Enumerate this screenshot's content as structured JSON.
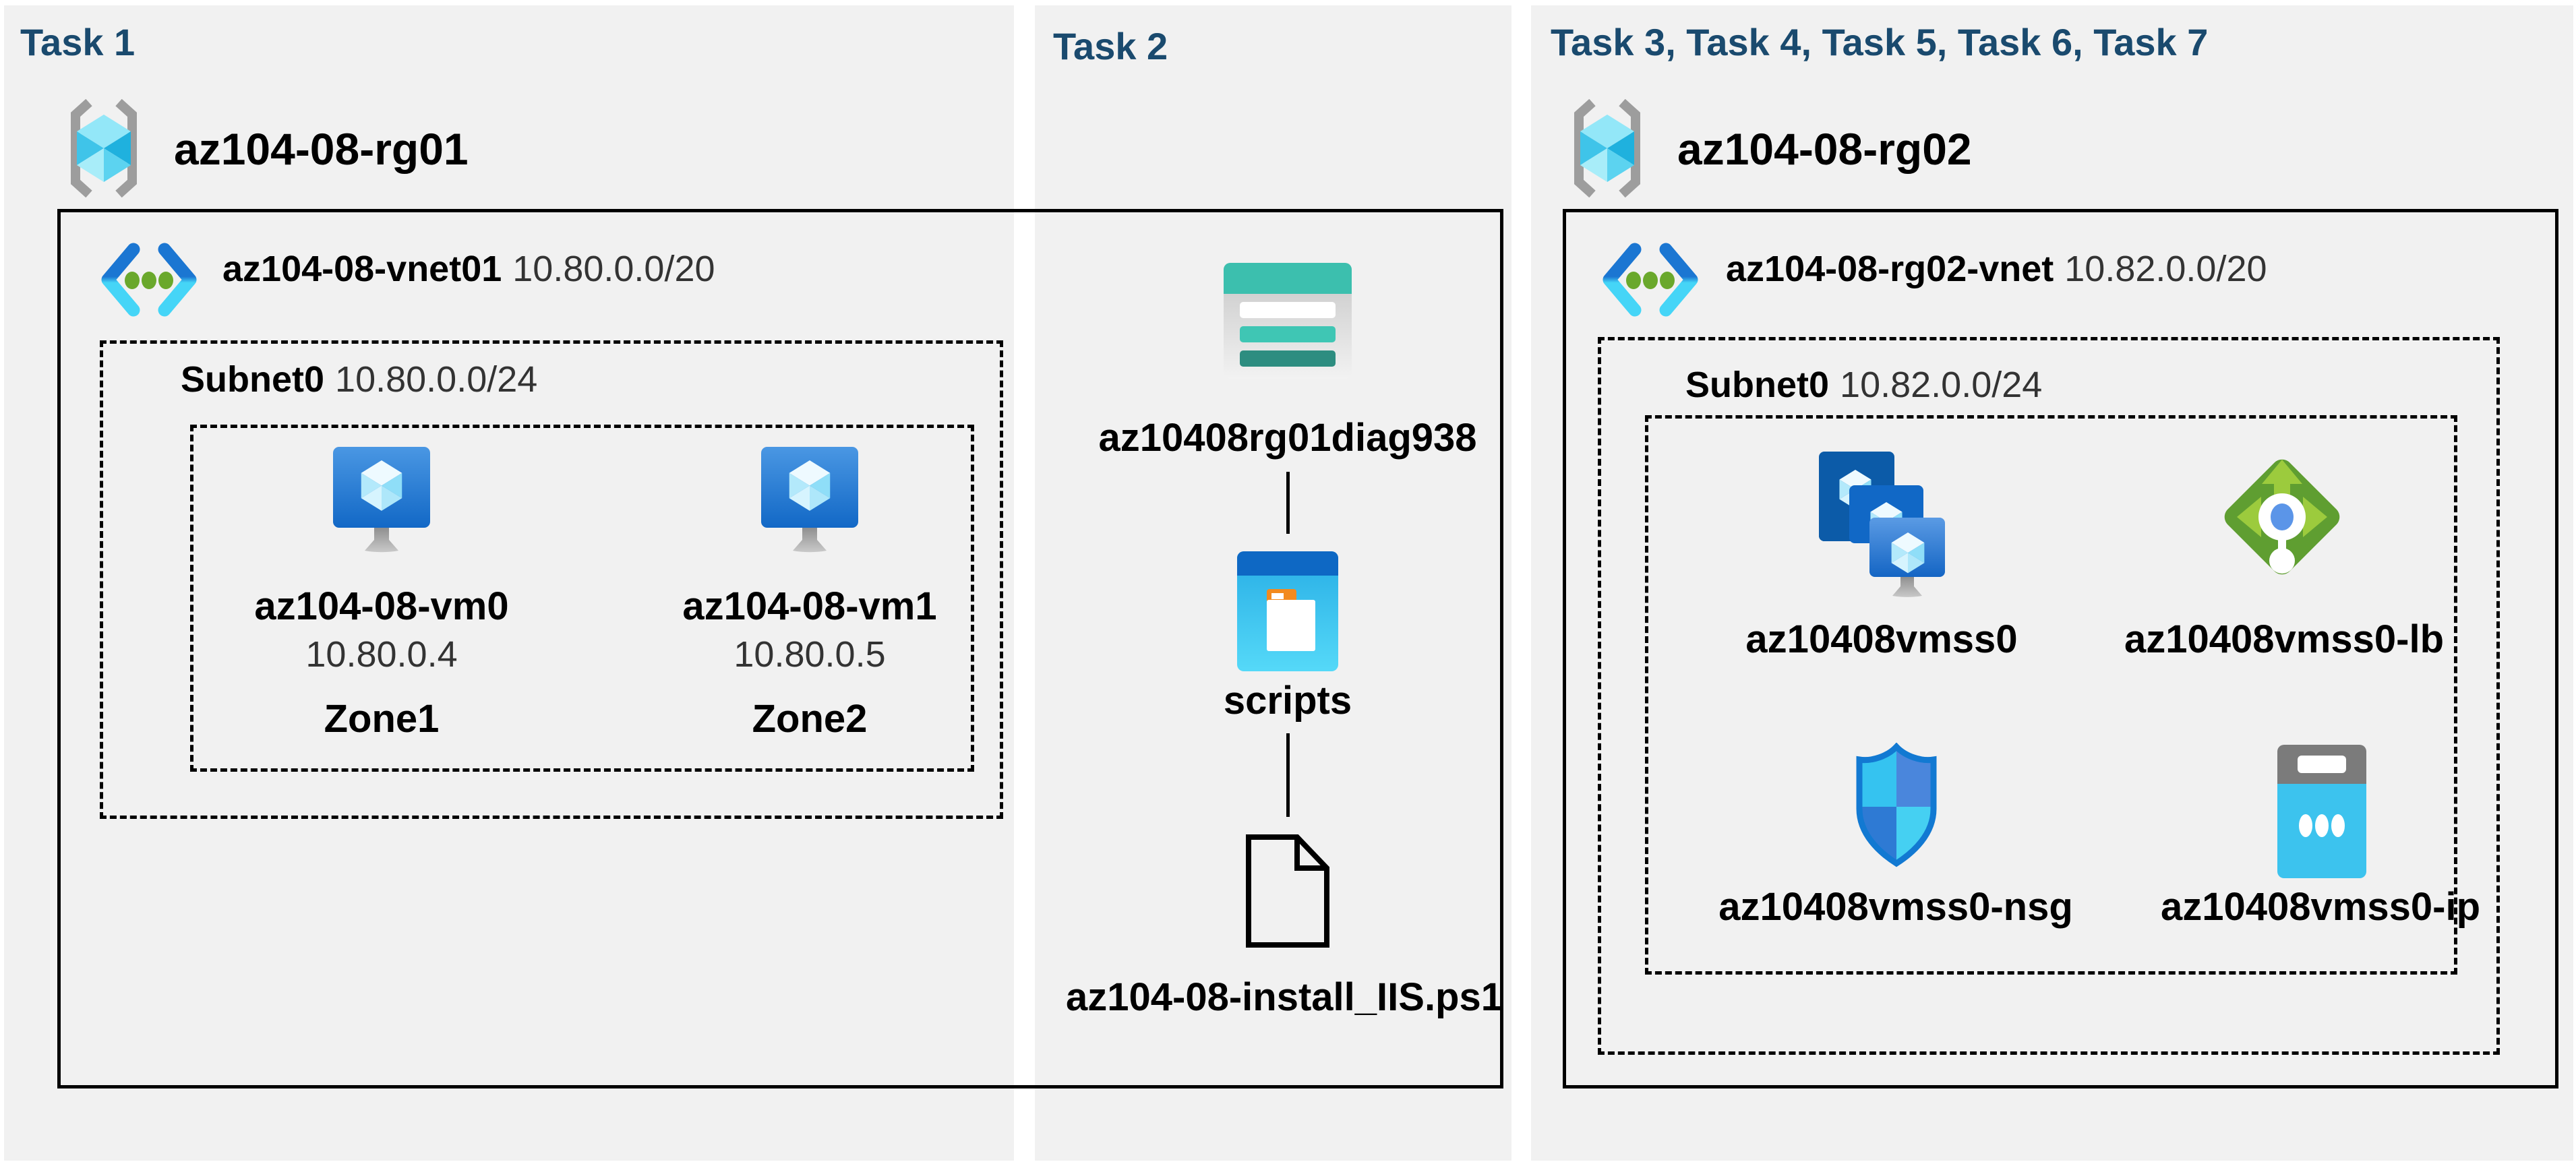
{
  "colors": {
    "header_navy": "#1a4a6e",
    "panel_gray": "#f1f1f1",
    "line_black": "#000000",
    "azure_blue": "#1b76d2",
    "azure_cyan": "#45d5f7",
    "vnet_green_dot": "#6aa82c",
    "storage_teal": "#3cbfae",
    "lb_green": "#5f9e31",
    "nsg_blue": "#1279d2",
    "ip_cyan": "#3cc3ee"
  },
  "task1": {
    "title": "Task 1",
    "resource_group": "az104-08-rg01",
    "vnet_name": "az104-08-vnet01",
    "vnet_cidr": "10.80.0.0/20",
    "subnet_name": "Subnet0",
    "subnet_cidr": "10.80.0.0/24",
    "vms": [
      {
        "name": "az104-08-vm0",
        "ip": "10.80.0.4",
        "zone": "Zone1"
      },
      {
        "name": "az104-08-vm1",
        "ip": "10.80.0.5",
        "zone": "Zone2"
      }
    ]
  },
  "task2": {
    "title": "Task 2",
    "storage_account": "az10408rg01diag938",
    "container": "scripts",
    "script_file": "az104-08-install_IIS.ps1"
  },
  "task3": {
    "title": "Task 3, Task 4, Task 5, Task 6, Task 7",
    "resource_group": "az104-08-rg02",
    "vnet_name": "az104-08-rg02-vnet",
    "vnet_cidr": "10.82.0.0/20",
    "subnet_name": "Subnet0",
    "subnet_cidr": "10.82.0.0/24",
    "resources": [
      {
        "name": "az10408vmss0",
        "type": "vm-scale-set"
      },
      {
        "name": "az10408vmss0-lb",
        "type": "load-balancer"
      },
      {
        "name": "az10408vmss0-nsg",
        "type": "network-security-group"
      },
      {
        "name": "az10408vmss0-ip",
        "type": "public-ip"
      }
    ]
  }
}
